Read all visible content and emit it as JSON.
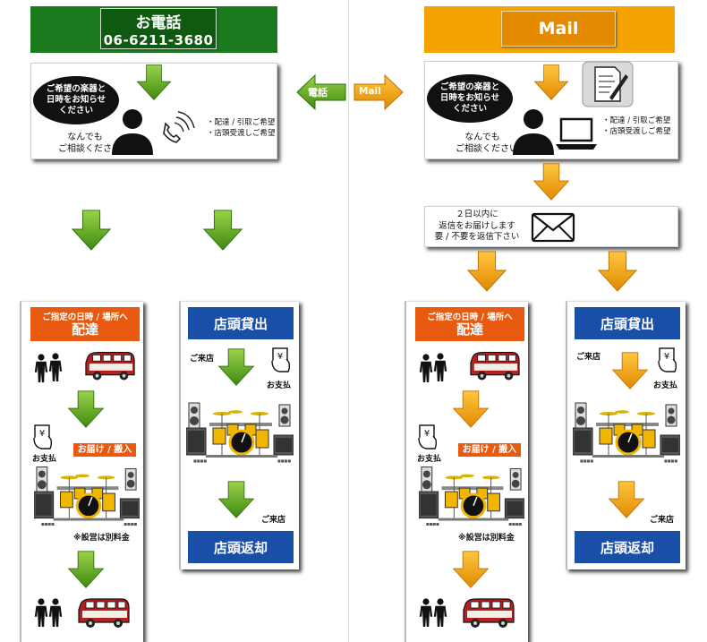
{
  "phone_header": {
    "title": "お電話",
    "number": "06-6211-3680"
  },
  "mail_header": {
    "title": "Mail"
  },
  "connector": {
    "phone_label": "電話",
    "mail_label": "Mail"
  },
  "request_card": {
    "bubble_lines": [
      "ご希望の楽器と",
      "日時をお知らせ",
      "ください"
    ],
    "consult_lines": [
      "なんでも",
      "ご相談ください"
    ],
    "options": [
      "・配達 / 引取ご希望",
      "・店頭受渡しご希望"
    ]
  },
  "reply_card": {
    "lines": [
      "２日以内に",
      "返信をお届けします",
      "要 / 不要を返信下さい"
    ]
  },
  "delivery_column": {
    "header_sub": "ご指定の日時 / 場所へ",
    "header_main": "配達",
    "payment_label": "お支払",
    "setup_tag": "お届け / 搬入",
    "setup_note": "※設営は別料金"
  },
  "store_column": {
    "header": "店頭貸出",
    "visit_label": "ご来店",
    "payment_label": "お支払",
    "return_visit_label": "ご来店",
    "footer": "店頭返却"
  },
  "colors": {
    "green": "#5aa51a",
    "orange": "#f29a0c",
    "phone_bg": "#1c7a1f",
    "mail_bg": "#f4a300",
    "blue": "#1a4fa8",
    "red_orange": "#e85a10"
  }
}
